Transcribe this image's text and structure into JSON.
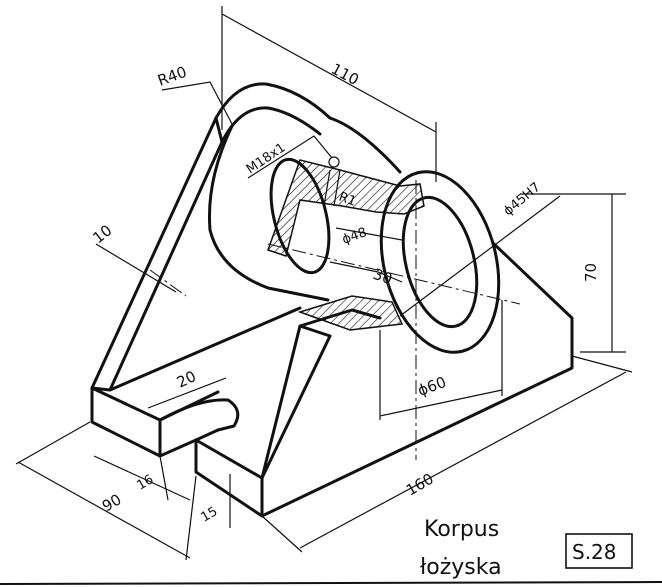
{
  "dimensions": {
    "length_top": "110",
    "radius_top": "R40",
    "thread": "M18x1",
    "radius_small": "R1",
    "bore_inner": "ϕ48",
    "bore_depth": "30",
    "bore_fit": "ϕ45H7",
    "flange_diameter": "ϕ60",
    "height": "70",
    "plate_thickness": "10",
    "slot_width": "20",
    "slot_offset": "16",
    "base_width": "90",
    "base_height": "15",
    "base_length": "160"
  },
  "caption": {
    "line1": "Korpus",
    "line2": "łożyska"
  },
  "sheet_code": "S.28"
}
